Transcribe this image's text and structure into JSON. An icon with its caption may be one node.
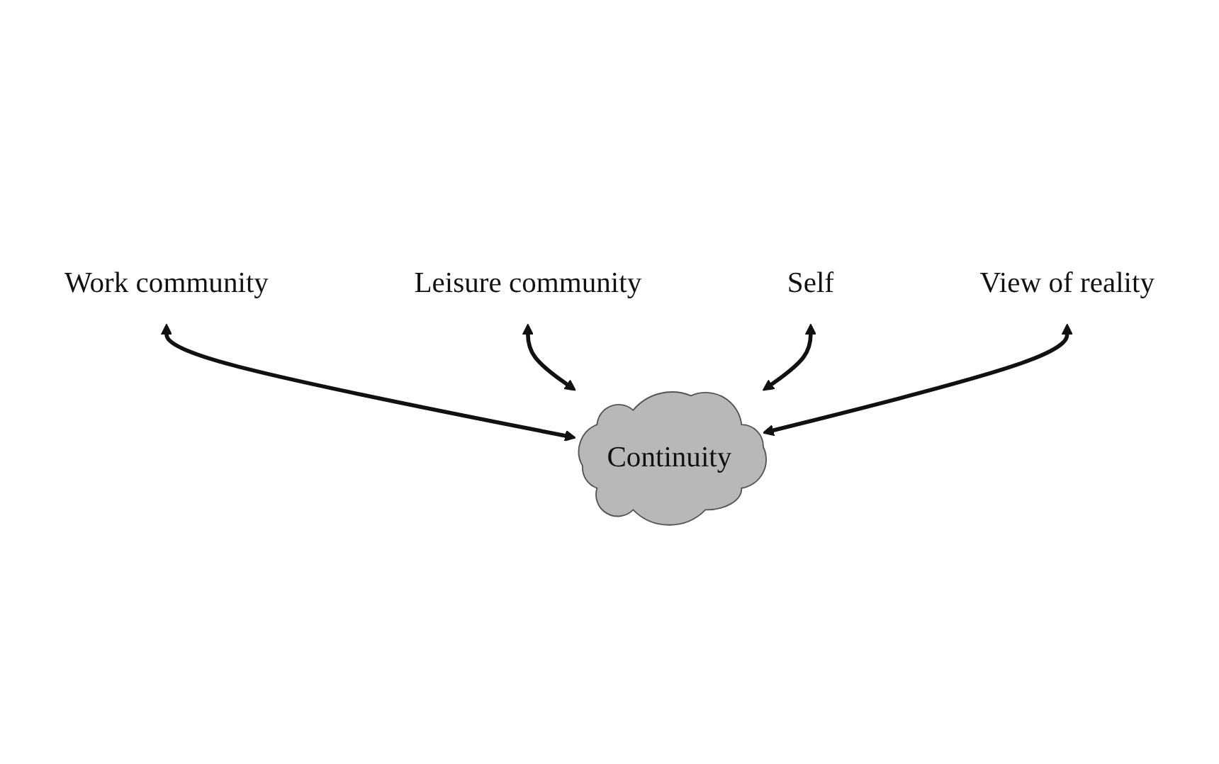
{
  "diagram": {
    "nodes": [
      {
        "text": [
          "Continuity"
        ]
      },
      {
        "text": [
          "Work community"
        ]
      },
      {
        "text": [
          "Leisure community"
        ]
      },
      {
        "text": [
          "Self"
        ]
      },
      {
        "text": [
          "View of reality"
        ]
      }
    ],
    "edges": [
      {
        "from": 1,
        "to": 0,
        "arrow": "both"
      },
      {
        "from": 2,
        "to": 0,
        "arrow": "both"
      },
      {
        "from": 3,
        "to": 0,
        "arrow": "both"
      },
      {
        "from": 4,
        "to": 0,
        "arrow": "both"
      }
    ]
  }
}
